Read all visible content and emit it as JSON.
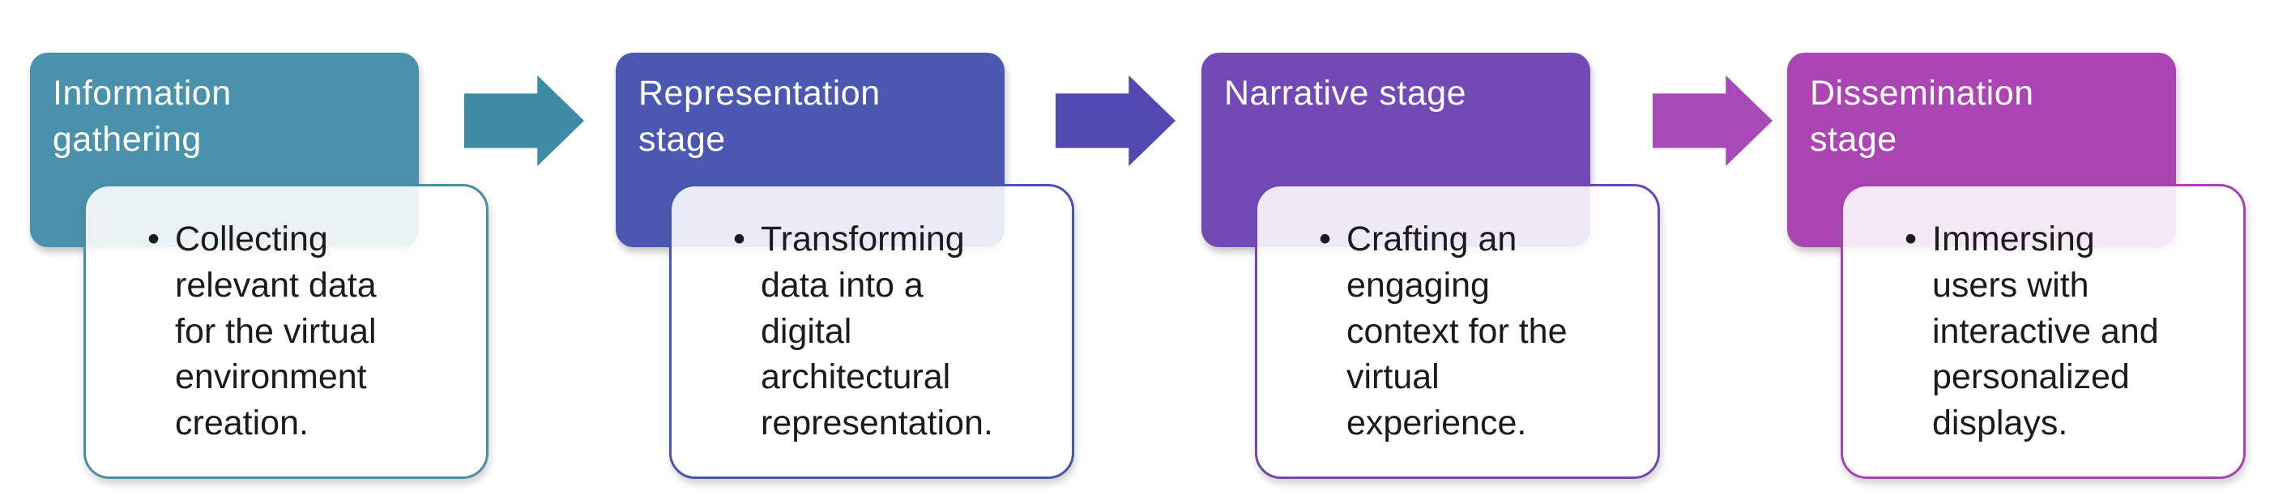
{
  "diagram": {
    "background_color": "#ffffff",
    "title_color": "#ffffff",
    "text_color": "#1b1b1b",
    "bullet_marker": "•",
    "stages": [
      {
        "title": "Information\ngathering",
        "bullet": "Collecting relevant data for the virtual environment creation.",
        "header_color": "#4a91ac",
        "border_color": "#4a8ea6"
      },
      {
        "title": "Representation\nstage",
        "bullet": "Transforming data into a digital architectural representation.",
        "header_color": "#4a58b2",
        "border_color": "#4854ae"
      },
      {
        "title": "Narrative stage",
        "bullet": "Crafting an engaging context for the virtual experience.",
        "header_color": "#7349b6",
        "border_color": "#6f47b2"
      },
      {
        "title": "Dissemination\nstage",
        "bullet": "Immersing users with interactive and personalized displays.",
        "header_color": "#aa45b3",
        "border_color": "#a643ae"
      }
    ],
    "arrows": [
      {
        "color": "#3e8ca4"
      },
      {
        "color": "#5148b2"
      },
      {
        "color": "#a849b8"
      }
    ]
  }
}
